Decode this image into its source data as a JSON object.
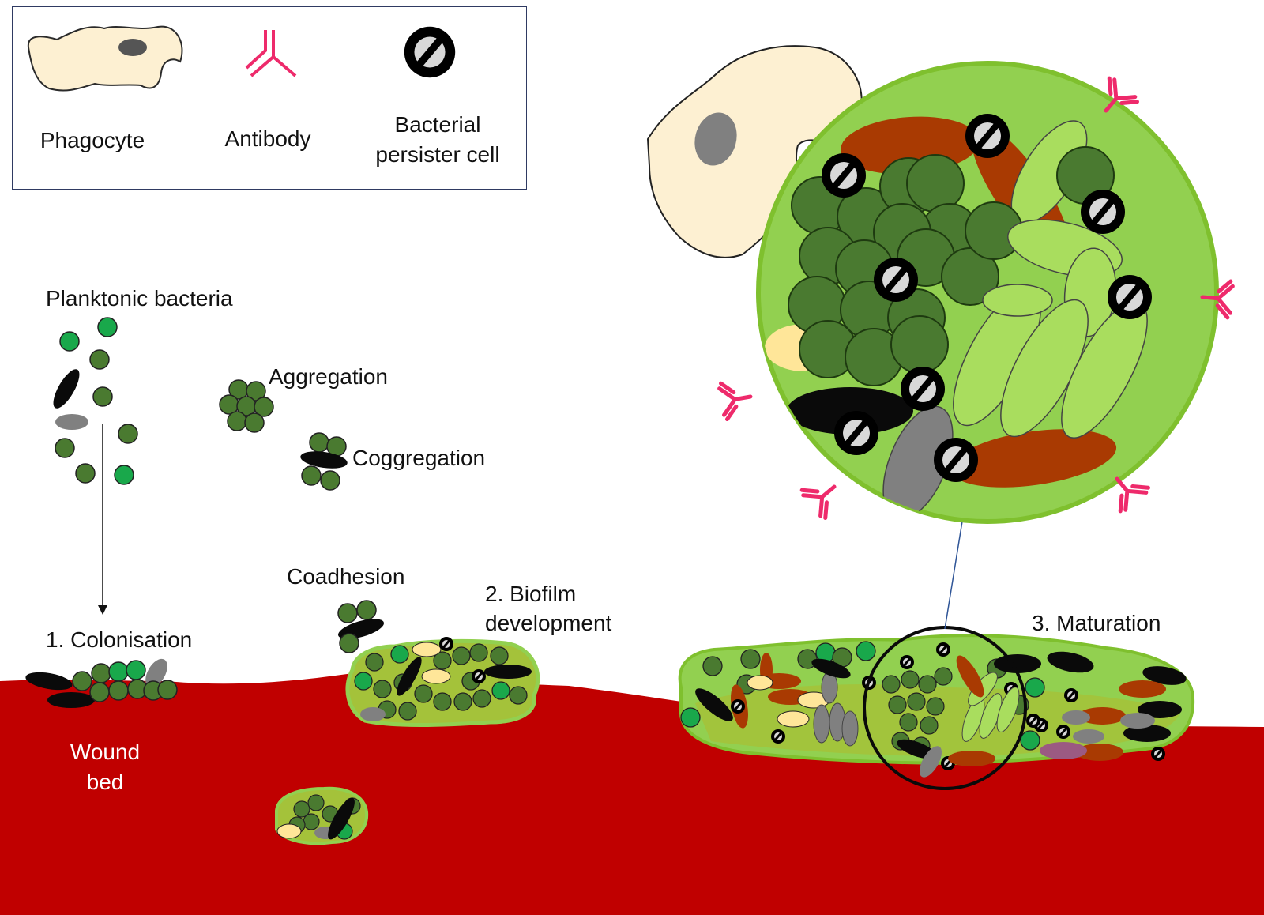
{
  "legend": {
    "phagocyte": "Phagocyte",
    "antibody": "Antibody",
    "persister_line1": "Bacterial",
    "persister_line2": "persister cell"
  },
  "labels": {
    "planktonic": "Planktonic bacteria",
    "aggregation": "Aggregation",
    "coaggregation": "Coggregation",
    "coadhesion": "Coadhesion",
    "colonisation": "1. Colonisation",
    "biofilm_line1": "2. Biofilm",
    "biofilm_line2": "development",
    "maturation": "3. Maturation",
    "wound_line1": "Wound",
    "wound_line2": "bed"
  },
  "colors": {
    "wound": "#c00000",
    "matrix": "#92d050",
    "matrix_dark": "#a4c23a",
    "cocci": "#4a7a30",
    "cocci_bright": "#19a84b",
    "rod_light": "#a9dd5e",
    "rod_brown": "#a93a02",
    "rod_black": "#0a0a0a",
    "rod_grey": "#808080",
    "rod_yellow": "#ffe699",
    "antibody": "#ee2a6b",
    "phagocyte": "#fdf0d2",
    "persister": "#000000"
  }
}
